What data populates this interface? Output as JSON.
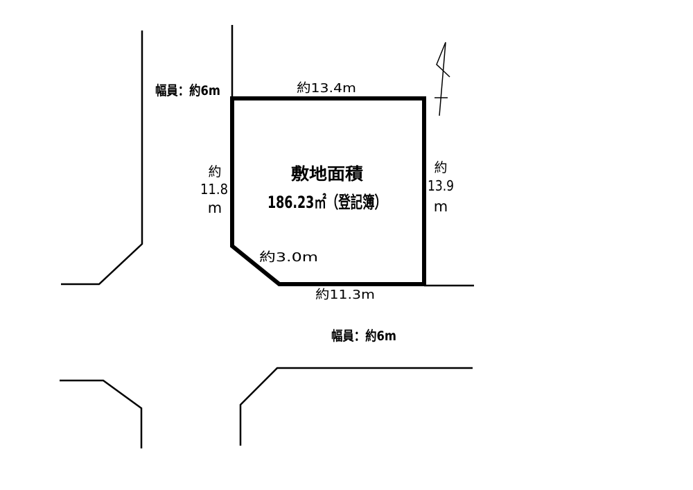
{
  "diagram": {
    "type": "site-plan",
    "colors": {
      "line": "#000000",
      "background": "#ffffff"
    },
    "lot": {
      "area_title": "敷地面積",
      "area_value": "186.23㎡（登記簿）",
      "dimensions": {
        "top": "約13.4m",
        "left": {
          "prefix": "約",
          "value": "11.8",
          "unit": "m"
        },
        "right": {
          "prefix": "約",
          "value": "13.9",
          "unit": "m"
        },
        "corner_cut": "約3.0m",
        "bottom": "約11.3m"
      }
    },
    "roads": {
      "west_road_width": "幅員：約6m",
      "south_road_width": "幅員：約6m"
    },
    "north_arrow": {
      "icon": "north-arrow-icon"
    }
  }
}
